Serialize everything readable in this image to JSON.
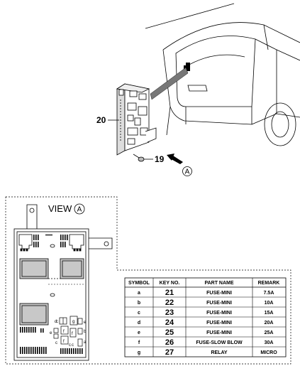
{
  "callouts": {
    "module_number": "20",
    "screw_number": "19",
    "view_marker": "A"
  },
  "view": {
    "title_word": "VIEW",
    "marker": "A"
  },
  "board_letters": [
    "d",
    "c",
    "g",
    "e",
    "f",
    "f",
    "b",
    "e",
    "f",
    "a",
    "c",
    "c",
    "c"
  ],
  "table": {
    "headers": [
      "SYMBOL",
      "KEY NO.",
      "PART NAME",
      "REMARK"
    ],
    "rows": [
      {
        "symbol": "a",
        "key": "21",
        "part": "FUSE-MINI",
        "remark": "7.5A"
      },
      {
        "symbol": "b",
        "key": "22",
        "part": "FUSE-MINI",
        "remark": "10A"
      },
      {
        "symbol": "c",
        "key": "23",
        "part": "FUSE-MINI",
        "remark": "15A"
      },
      {
        "symbol": "d",
        "key": "24",
        "part": "FUSE-MINI",
        "remark": "20A"
      },
      {
        "symbol": "e",
        "key": "25",
        "part": "FUSE-MINI",
        "remark": "25A"
      },
      {
        "symbol": "f",
        "key": "26",
        "part": "FUSE-SLOW BLOW",
        "remark": "30A"
      },
      {
        "symbol": "g",
        "key": "27",
        "part": "RELAY",
        "remark": "MICRO"
      }
    ]
  }
}
